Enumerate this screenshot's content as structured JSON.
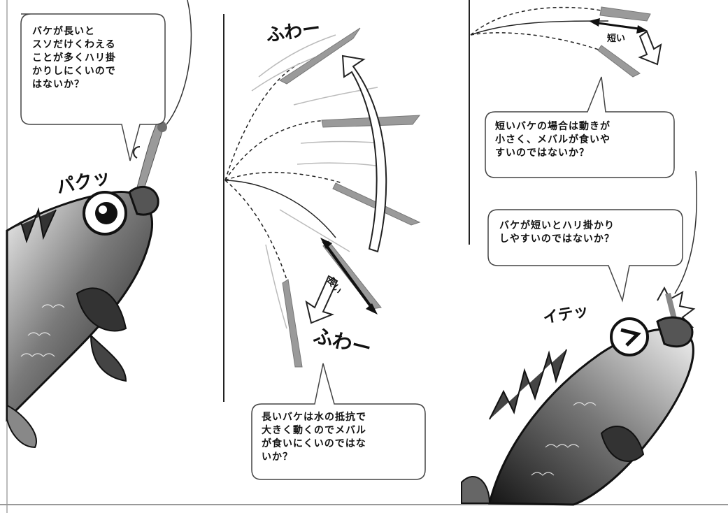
{
  "bubbles": {
    "long_tail_question": "バケが長いと\nスソだけくわえる\nことが多くハリ掛\nかりしにくいので\nはないか？",
    "short_tail_movement": "短いバケの場合は動きが\n小さく、メバルが食いや\nすいのではないか？",
    "short_tail_hook": "バケが短いとハリ掛かり\nしやすいのではないか？",
    "long_tail_resistance": "長いバケは水の抵抗で\n大きく動くのでメバル\nが食いにくいのではな\nいか？"
  },
  "sfx": {
    "bite": "パクッ",
    "drift_top": "ふわー",
    "drift_bottom": "ふわー",
    "ouch": "イテッ"
  },
  "labels": {
    "long": "長い",
    "short": "短い"
  },
  "colors": {
    "ink": "#111111",
    "lure": "#9a9a9a",
    "lure_dark": "#6e6e6e",
    "paper": "#ffffff"
  }
}
